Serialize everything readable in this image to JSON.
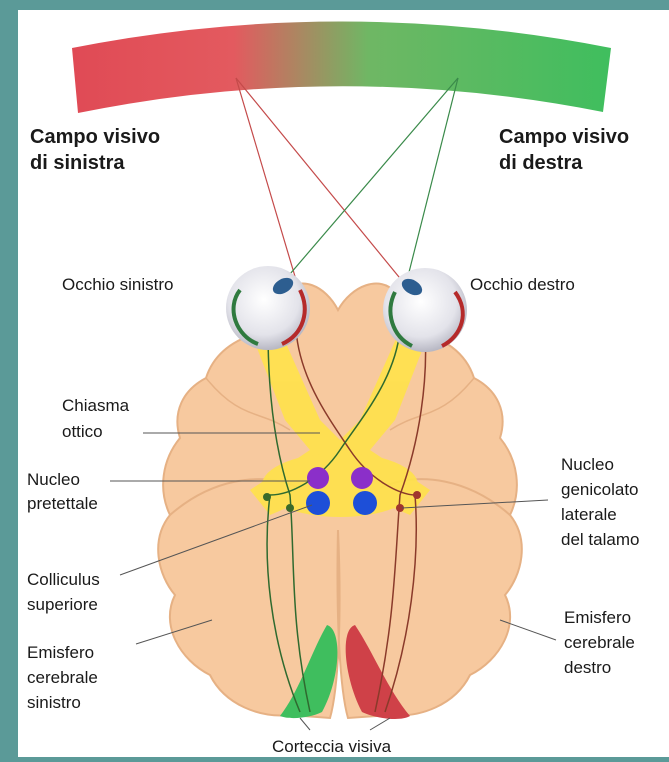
{
  "colors": {
    "border": "#5b9a98",
    "panel": "#ffffff",
    "left_field": "#e04a55",
    "right_field": "#3fbe5e",
    "brain": "#f7c99f",
    "brain_outline": "#e6b184",
    "optic_path": "#ffe24a",
    "nucleus_purple": "#8b2fc9",
    "nucleus_blue": "#1d4fd8",
    "cortex_green": "#3fbe5e",
    "cortex_red": "#cf4148"
  },
  "labels": {
    "left_field_l1": "Campo visivo",
    "left_field_l2": "di sinistra",
    "right_field_l1": "Campo visivo",
    "right_field_l2": "di destra",
    "left_eye": "Occhio sinistro",
    "right_eye": "Occhio destro",
    "chiasm_l1": "Chiasma",
    "chiasm_l2": "ottico",
    "pretectal_l1": "Nucleo",
    "pretectal_l2": "pretettale",
    "lgn_l1": "Nucleo",
    "lgn_l2": "genicolato",
    "lgn_l3": "laterale",
    "lgn_l4": "del talamo",
    "colliculus_l1": "Colliculus",
    "colliculus_l2": "superiore",
    "left_hemi_l1": "Emisfero",
    "left_hemi_l2": "cerebrale",
    "left_hemi_l3": "sinistro",
    "right_hemi_l1": "Emisfero",
    "right_hemi_l2": "cerebrale",
    "right_hemi_l3": "destro",
    "visual_cortex": "Corteccia visiva"
  }
}
